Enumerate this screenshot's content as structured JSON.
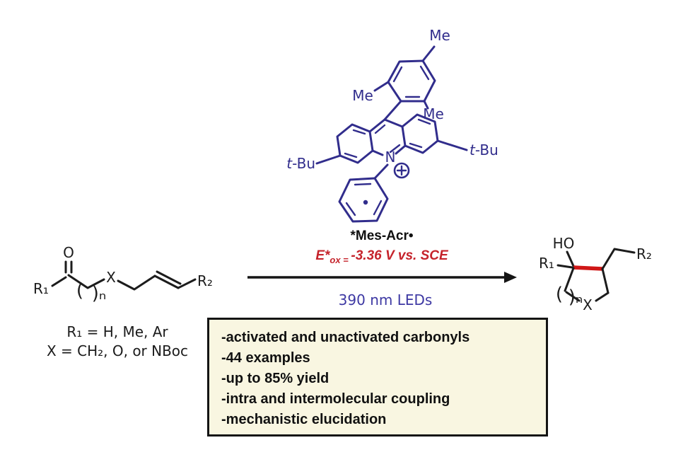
{
  "colors": {
    "catalyst_indigo": "#312d8c",
    "accent_red": "#c5232b",
    "red_bond": "#d01717",
    "light_blue": "#3d38a3",
    "box_background": "#f9f6e1",
    "box_border": "#141414",
    "structure_black": "#1c1c1c"
  },
  "catalyst": {
    "me_top": "Me",
    "me_left": "Me",
    "me_front": "Me",
    "tbu_t": "t",
    "tbu_rest": "-Bu",
    "n_atom": "N",
    "name": "*Mes-Acr•",
    "potential": {
      "main": "E*",
      "sub": "ox = ",
      "value": "-3.36 V vs. SCE"
    }
  },
  "conditions": {
    "light_source": "390 nm LEDs"
  },
  "substrate": {
    "o_atom": "O",
    "r1": "R₁",
    "paren_open": "(",
    "paren_close": ")ₙ",
    "x_atom": "X",
    "r2": "R₂"
  },
  "product": {
    "ho": "HO",
    "r1": "R₁",
    "r2": "R₂",
    "paren_open": "(",
    "paren_close": ")ₙ",
    "x_atom": "X"
  },
  "legend": {
    "r1_line": "R₁ = H, Me, Ar",
    "x_line": "X = CH₂, O, or NBoc"
  },
  "features": {
    "items": [
      "-activated and unactivated carbonyls",
      "-44 examples",
      "-up to 85% yield",
      "-intra and intermolecular coupling",
      "-mechanistic elucidation"
    ]
  }
}
